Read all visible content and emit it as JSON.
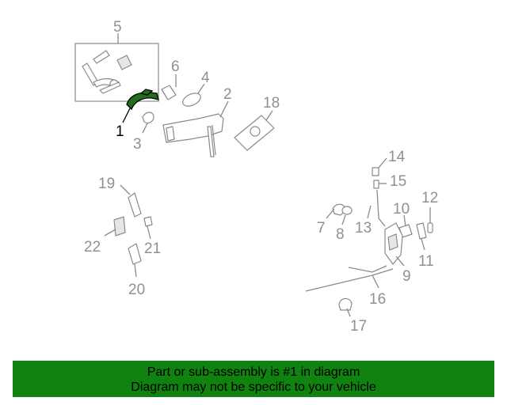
{
  "callouts": {
    "c1": "1",
    "c2": "2",
    "c3": "3",
    "c4": "4",
    "c5": "5",
    "c6": "6",
    "c7": "7",
    "c8": "8",
    "c9": "9",
    "c10": "10",
    "c11": "11",
    "c12": "12",
    "c13": "13",
    "c14": "14",
    "c15": "15",
    "c16": "16",
    "c17": "17",
    "c18": "18",
    "c19": "19",
    "c20": "20",
    "c21": "21",
    "c22": "22"
  },
  "banner": {
    "line1": "Part or sub-assembly is #1 in diagram",
    "line2": "Diagram may not be specific to your vehicle"
  },
  "colors": {
    "highlight_part": "#1f6f1f",
    "banner_bg": "#0f820f",
    "callout_text": "#909090"
  }
}
